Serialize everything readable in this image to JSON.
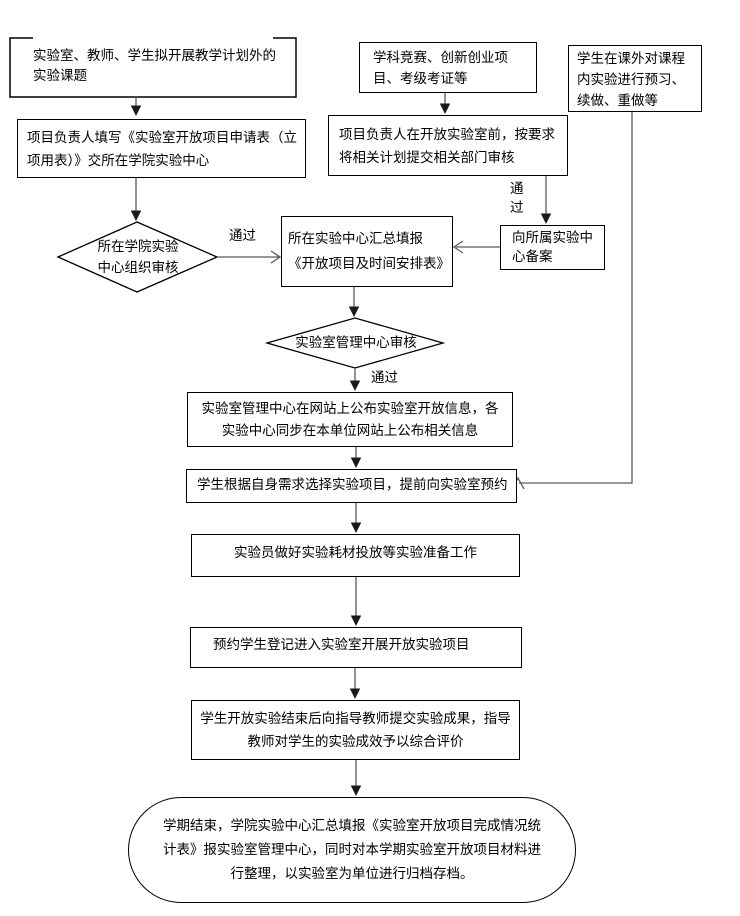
{
  "page": {
    "background": "#ffffff"
  },
  "flowchart": {
    "colors": {
      "line": "#595959",
      "shape_border": "#000000",
      "arrowhead": "#1a1a1a"
    },
    "nodes": {
      "draft_topic": {
        "label": "实验室、教师、学生拟开展教学计划外的实验课题"
      },
      "competition": {
        "label": "学科竞赛、创新创业项目、考级考证等"
      },
      "preview": {
        "label": "学生在课外对课程内实验进行预习、续做、重做等"
      },
      "apply_form": {
        "label": "项目负责人填写《实验室开放项目申请表（立项用表）》交所在学院实验中心"
      },
      "submit_plan": {
        "label": "项目负责人在开放实验室前，按要求将相关计划提交相关部门审核"
      },
      "college_review": {
        "label": "所在学院实验中心组织审核"
      },
      "summary_form": {
        "label": "所在实验中心汇总填报《开放项目及时间安排表》"
      },
      "filing": {
        "label": "向所属实验中心备案"
      },
      "admin_review": {
        "label": "实验室管理中心审核"
      },
      "publish": {
        "label": "实验室管理中心在网站上公布实验室开放信息，各实验中心同步在本单位网站上公布相关信息"
      },
      "reserve": {
        "label": "学生根据自身需求选择实验项目，提前向实验室预约"
      },
      "prepare": {
        "label": "实验员做好实验耗材投放等实验准备工作"
      },
      "register": {
        "label": "预约学生登记进入实验室开展开放实验项目"
      },
      "evaluate": {
        "label": "学生开放实验结束后向指导教师提交实验成果，指导教师对学生的实验成效予以综合评价"
      },
      "archive": {
        "label": "学期结束，学院实验中心汇总填报《实验室开放项目完成情况统计表》报实验室管理中心，同时对本学期实验室开放项目材料进行整理，以实验室为单位进行归档存档。"
      }
    },
    "edge_labels": {
      "pass_college": "通过",
      "pass_dept": "通过",
      "pass_admin": "通过"
    }
  }
}
